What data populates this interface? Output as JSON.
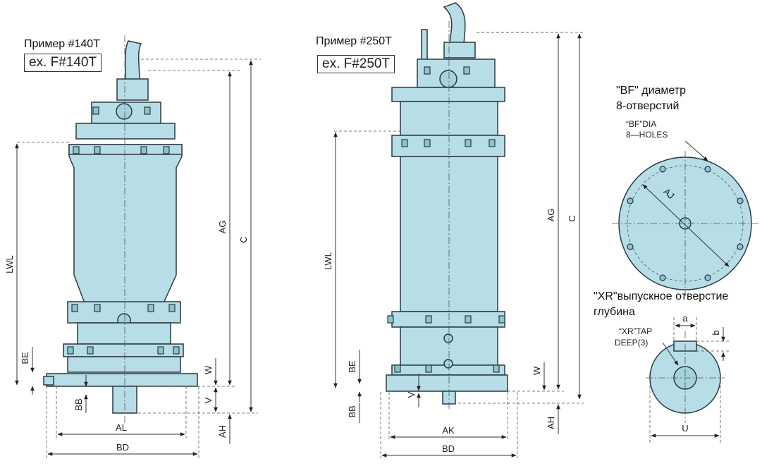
{
  "labels_ru": {
    "example_140": "Пример #140T",
    "example_250": "Пример #250T",
    "bf_line1": "\"BF\" диаметр",
    "bf_line2": "8-отверстий",
    "xr_line1": "\"XR\"выпускное отверстие",
    "xr_line2": "глубина"
  },
  "model_boxes": {
    "f140": "ex. F#140T",
    "f250": "ex. F#250T"
  },
  "dims_140": {
    "lwl": "LWL",
    "ag": "AG",
    "c": "C",
    "be": "BE",
    "bb": "BB",
    "w": "W",
    "v": "V",
    "ah": "AH",
    "al": "AL",
    "bd": "BD"
  },
  "dims_250": {
    "lwl": "LWL",
    "ag": "AG",
    "c": "C",
    "be": "BE",
    "bb": "BB",
    "w": "W",
    "v": "V",
    "ah": "AH",
    "ak": "AK",
    "bd": "BD"
  },
  "flange": {
    "bf_dia": "“BF”DIA",
    "holes": "8—HOLES",
    "aj": "AJ"
  },
  "tap": {
    "a": "a",
    "b": "b",
    "xr_tap": "“XR”TAP",
    "deep": "DEEP(3)",
    "u": "U"
  }
}
